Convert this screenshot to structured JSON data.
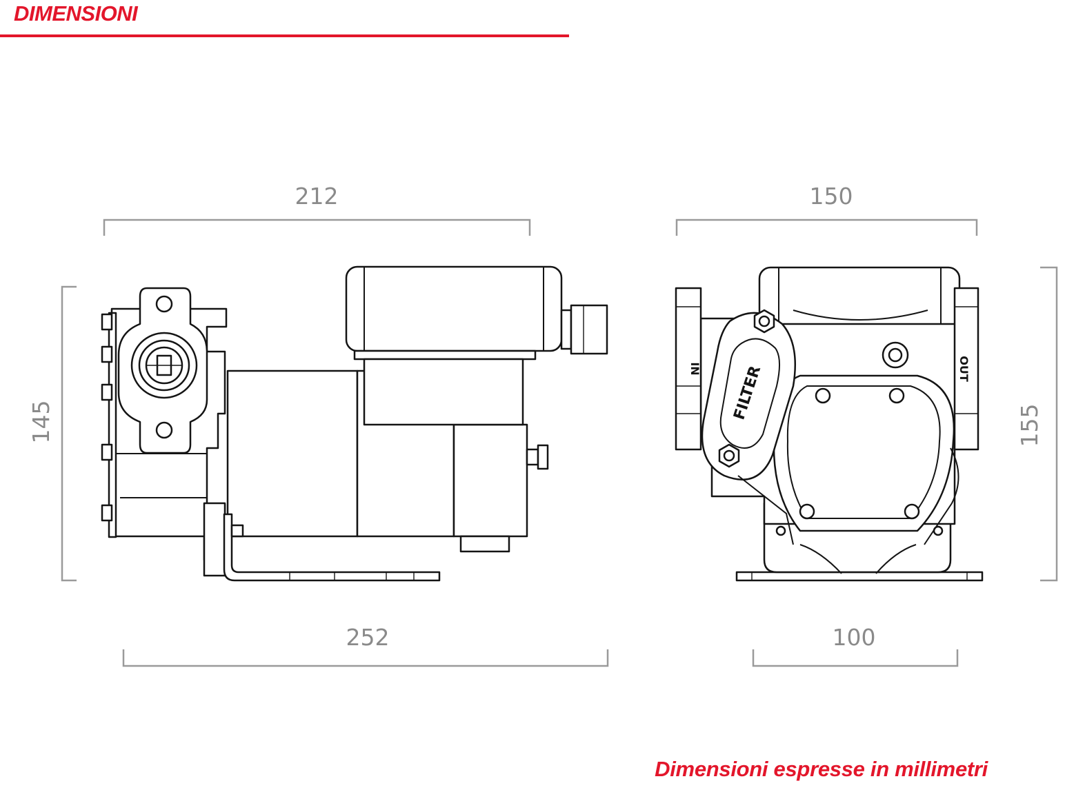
{
  "header": {
    "title": "DIMENSIONI"
  },
  "footer": {
    "note": "Dimensioni espresse in millimetri"
  },
  "side_view": {
    "width_top": "212",
    "height": "145",
    "width_bottom": "252"
  },
  "front_view": {
    "width_top": "150",
    "height": "155",
    "width_bottom": "100",
    "label_in": "IN",
    "label_out": "OUT",
    "label_filter": "FILTER"
  },
  "colors": {
    "accent": "#e3162b",
    "dimension": "#8a8a8a",
    "line": "#141414"
  }
}
